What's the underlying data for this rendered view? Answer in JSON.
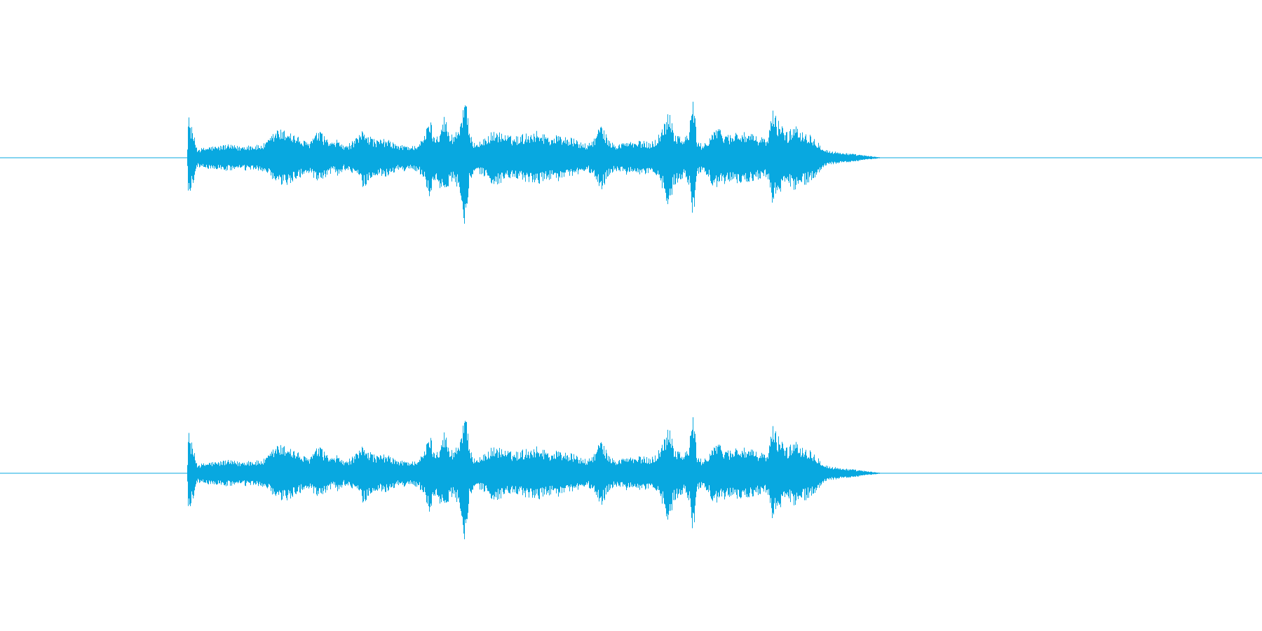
{
  "waveform": {
    "color": "#08a8e0",
    "background": "#ffffff",
    "channels": [
      {
        "name": "channel-1",
        "envelope": [
          [
            0.0,
            0.0
          ],
          [
            0.148,
            0.0
          ],
          [
            0.149,
            0.45
          ],
          [
            0.151,
            0.35
          ],
          [
            0.153,
            0.25
          ],
          [
            0.156,
            0.1
          ],
          [
            0.16,
            0.1
          ],
          [
            0.166,
            0.12
          ],
          [
            0.172,
            0.12
          ],
          [
            0.178,
            0.14
          ],
          [
            0.184,
            0.13
          ],
          [
            0.19,
            0.12
          ],
          [
            0.196,
            0.14
          ],
          [
            0.202,
            0.13
          ],
          [
            0.208,
            0.14
          ],
          [
            0.212,
            0.18
          ],
          [
            0.216,
            0.25
          ],
          [
            0.22,
            0.31
          ],
          [
            0.224,
            0.28
          ],
          [
            0.228,
            0.3
          ],
          [
            0.232,
            0.25
          ],
          [
            0.236,
            0.22
          ],
          [
            0.24,
            0.18
          ],
          [
            0.244,
            0.16
          ],
          [
            0.248,
            0.22
          ],
          [
            0.252,
            0.28
          ],
          [
            0.256,
            0.24
          ],
          [
            0.26,
            0.18
          ],
          [
            0.264,
            0.15
          ],
          [
            0.268,
            0.2
          ],
          [
            0.272,
            0.12
          ],
          [
            0.278,
            0.16
          ],
          [
            0.284,
            0.22
          ],
          [
            0.288,
            0.32
          ],
          [
            0.292,
            0.24
          ],
          [
            0.296,
            0.2
          ],
          [
            0.3,
            0.18
          ],
          [
            0.304,
            0.2
          ],
          [
            0.308,
            0.18
          ],
          [
            0.312,
            0.16
          ],
          [
            0.316,
            0.12
          ],
          [
            0.32,
            0.14
          ],
          [
            0.326,
            0.12
          ],
          [
            0.332,
            0.16
          ],
          [
            0.336,
            0.22
          ],
          [
            0.34,
            0.44
          ],
          [
            0.344,
            0.22
          ],
          [
            0.348,
            0.3
          ],
          [
            0.352,
            0.45
          ],
          [
            0.356,
            0.24
          ],
          [
            0.36,
            0.26
          ],
          [
            0.364,
            0.34
          ],
          [
            0.368,
            0.7
          ],
          [
            0.372,
            0.24
          ],
          [
            0.376,
            0.16
          ],
          [
            0.382,
            0.18
          ],
          [
            0.388,
            0.26
          ],
          [
            0.394,
            0.28
          ],
          [
            0.4,
            0.24
          ],
          [
            0.406,
            0.22
          ],
          [
            0.412,
            0.24
          ],
          [
            0.418,
            0.26
          ],
          [
            0.424,
            0.28
          ],
          [
            0.43,
            0.26
          ],
          [
            0.436,
            0.22
          ],
          [
            0.442,
            0.24
          ],
          [
            0.448,
            0.22
          ],
          [
            0.454,
            0.2
          ],
          [
            0.46,
            0.16
          ],
          [
            0.466,
            0.14
          ],
          [
            0.472,
            0.24
          ],
          [
            0.476,
            0.36
          ],
          [
            0.48,
            0.24
          ],
          [
            0.484,
            0.16
          ],
          [
            0.49,
            0.14
          ],
          [
            0.496,
            0.18
          ],
          [
            0.502,
            0.16
          ],
          [
            0.508,
            0.18
          ],
          [
            0.514,
            0.16
          ],
          [
            0.52,
            0.2
          ],
          [
            0.526,
            0.36
          ],
          [
            0.53,
            0.54
          ],
          [
            0.534,
            0.28
          ],
          [
            0.538,
            0.24
          ],
          [
            0.542,
            0.2
          ],
          [
            0.546,
            0.3
          ],
          [
            0.549,
            0.68
          ],
          [
            0.552,
            0.18
          ],
          [
            0.556,
            0.14
          ],
          [
            0.56,
            0.18
          ],
          [
            0.566,
            0.32
          ],
          [
            0.572,
            0.28
          ],
          [
            0.578,
            0.24
          ],
          [
            0.584,
            0.28
          ],
          [
            0.59,
            0.26
          ],
          [
            0.596,
            0.24
          ],
          [
            0.602,
            0.22
          ],
          [
            0.608,
            0.2
          ],
          [
            0.612,
            0.5
          ],
          [
            0.616,
            0.4
          ],
          [
            0.62,
            0.34
          ],
          [
            0.624,
            0.26
          ],
          [
            0.63,
            0.36
          ],
          [
            0.634,
            0.3
          ],
          [
            0.638,
            0.28
          ],
          [
            0.642,
            0.24
          ],
          [
            0.646,
            0.2
          ],
          [
            0.65,
            0.14
          ],
          [
            0.654,
            0.09
          ],
          [
            0.658,
            0.07
          ],
          [
            0.664,
            0.06
          ],
          [
            0.67,
            0.05
          ],
          [
            0.676,
            0.04
          ],
          [
            0.682,
            0.03
          ],
          [
            0.688,
            0.02
          ],
          [
            0.694,
            0.01
          ],
          [
            0.7,
            0.0
          ],
          [
            1.0,
            0.0
          ]
        ]
      },
      {
        "name": "channel-2",
        "envelope": [
          [
            0.0,
            0.0
          ],
          [
            0.148,
            0.0
          ],
          [
            0.149,
            0.45
          ],
          [
            0.151,
            0.35
          ],
          [
            0.153,
            0.25
          ],
          [
            0.156,
            0.1
          ],
          [
            0.16,
            0.1
          ],
          [
            0.166,
            0.12
          ],
          [
            0.172,
            0.12
          ],
          [
            0.178,
            0.14
          ],
          [
            0.184,
            0.13
          ],
          [
            0.19,
            0.12
          ],
          [
            0.196,
            0.14
          ],
          [
            0.202,
            0.13
          ],
          [
            0.208,
            0.14
          ],
          [
            0.212,
            0.18
          ],
          [
            0.216,
            0.25
          ],
          [
            0.22,
            0.31
          ],
          [
            0.224,
            0.28
          ],
          [
            0.228,
            0.3
          ],
          [
            0.232,
            0.25
          ],
          [
            0.236,
            0.22
          ],
          [
            0.24,
            0.18
          ],
          [
            0.244,
            0.16
          ],
          [
            0.248,
            0.22
          ],
          [
            0.252,
            0.28
          ],
          [
            0.256,
            0.24
          ],
          [
            0.26,
            0.18
          ],
          [
            0.264,
            0.15
          ],
          [
            0.268,
            0.2
          ],
          [
            0.272,
            0.12
          ],
          [
            0.278,
            0.16
          ],
          [
            0.284,
            0.22
          ],
          [
            0.288,
            0.32
          ],
          [
            0.292,
            0.24
          ],
          [
            0.296,
            0.2
          ],
          [
            0.3,
            0.18
          ],
          [
            0.304,
            0.2
          ],
          [
            0.308,
            0.18
          ],
          [
            0.312,
            0.16
          ],
          [
            0.316,
            0.12
          ],
          [
            0.32,
            0.14
          ],
          [
            0.326,
            0.12
          ],
          [
            0.332,
            0.16
          ],
          [
            0.336,
            0.22
          ],
          [
            0.34,
            0.44
          ],
          [
            0.344,
            0.22
          ],
          [
            0.348,
            0.3
          ],
          [
            0.352,
            0.45
          ],
          [
            0.356,
            0.24
          ],
          [
            0.36,
            0.26
          ],
          [
            0.364,
            0.34
          ],
          [
            0.368,
            0.7
          ],
          [
            0.372,
            0.24
          ],
          [
            0.376,
            0.16
          ],
          [
            0.382,
            0.18
          ],
          [
            0.388,
            0.26
          ],
          [
            0.394,
            0.28
          ],
          [
            0.4,
            0.24
          ],
          [
            0.406,
            0.22
          ],
          [
            0.412,
            0.24
          ],
          [
            0.418,
            0.26
          ],
          [
            0.424,
            0.28
          ],
          [
            0.43,
            0.26
          ],
          [
            0.436,
            0.22
          ],
          [
            0.442,
            0.24
          ],
          [
            0.448,
            0.22
          ],
          [
            0.454,
            0.2
          ],
          [
            0.46,
            0.16
          ],
          [
            0.466,
            0.14
          ],
          [
            0.472,
            0.24
          ],
          [
            0.476,
            0.36
          ],
          [
            0.48,
            0.24
          ],
          [
            0.484,
            0.16
          ],
          [
            0.49,
            0.14
          ],
          [
            0.496,
            0.18
          ],
          [
            0.502,
            0.16
          ],
          [
            0.508,
            0.18
          ],
          [
            0.514,
            0.16
          ],
          [
            0.52,
            0.2
          ],
          [
            0.526,
            0.36
          ],
          [
            0.53,
            0.54
          ],
          [
            0.534,
            0.28
          ],
          [
            0.538,
            0.24
          ],
          [
            0.542,
            0.2
          ],
          [
            0.546,
            0.3
          ],
          [
            0.549,
            0.68
          ],
          [
            0.552,
            0.18
          ],
          [
            0.556,
            0.14
          ],
          [
            0.56,
            0.18
          ],
          [
            0.566,
            0.32
          ],
          [
            0.572,
            0.28
          ],
          [
            0.578,
            0.24
          ],
          [
            0.584,
            0.28
          ],
          [
            0.59,
            0.26
          ],
          [
            0.596,
            0.24
          ],
          [
            0.602,
            0.22
          ],
          [
            0.608,
            0.2
          ],
          [
            0.612,
            0.5
          ],
          [
            0.616,
            0.4
          ],
          [
            0.62,
            0.34
          ],
          [
            0.624,
            0.26
          ],
          [
            0.63,
            0.36
          ],
          [
            0.634,
            0.3
          ],
          [
            0.638,
            0.28
          ],
          [
            0.642,
            0.24
          ],
          [
            0.646,
            0.2
          ],
          [
            0.65,
            0.14
          ],
          [
            0.654,
            0.09
          ],
          [
            0.658,
            0.07
          ],
          [
            0.664,
            0.06
          ],
          [
            0.67,
            0.05
          ],
          [
            0.676,
            0.04
          ],
          [
            0.682,
            0.03
          ],
          [
            0.688,
            0.02
          ],
          [
            0.694,
            0.01
          ],
          [
            0.7,
            0.0
          ],
          [
            1.0,
            0.0
          ]
        ]
      }
    ]
  }
}
